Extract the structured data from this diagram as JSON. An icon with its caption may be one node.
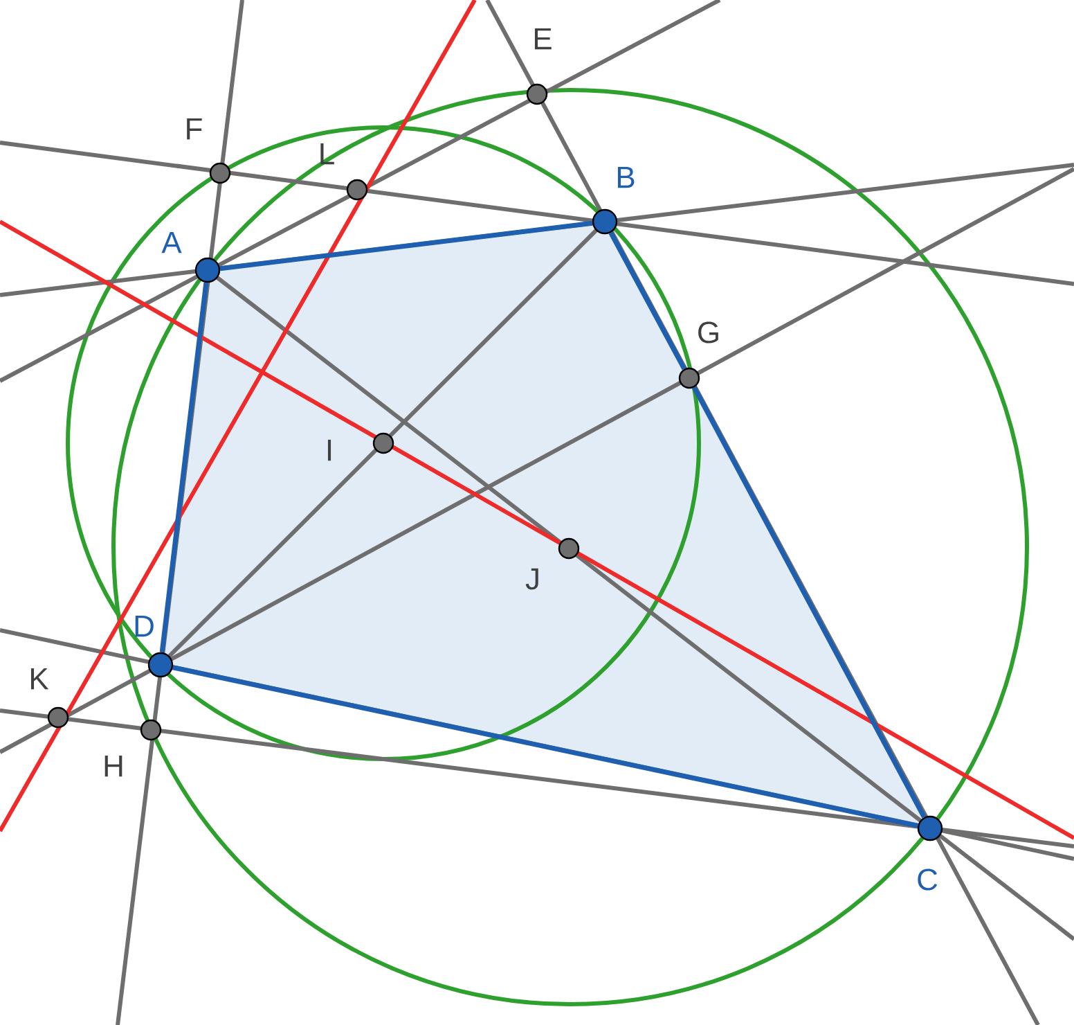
{
  "diagram": {
    "nodes": [
      {
        "text": [],
        "shape": "circle",
        "beside": [
          "E"
        ]
      },
      {
        "text": [],
        "shape": "circle",
        "beside": [
          "F"
        ]
      },
      {
        "text": [],
        "shape": "circle",
        "beside": [
          "L"
        ]
      },
      {
        "text": [],
        "shape": "circle",
        "beside": [
          "B"
        ]
      },
      {
        "text": [],
        "shape": "circle",
        "beside": [
          "A"
        ]
      },
      {
        "text": [],
        "shape": "circle",
        "beside": [
          "G"
        ]
      },
      {
        "text": [],
        "shape": "circle",
        "beside": [
          "I"
        ]
      },
      {
        "text": [],
        "shape": "circle",
        "beside": [
          "J"
        ]
      },
      {
        "text": [],
        "shape": "circle",
        "beside": [
          "D"
        ]
      },
      {
        "text": [],
        "shape": "circle",
        "beside": [
          "K"
        ]
      },
      {
        "text": [],
        "shape": "circle",
        "beside": [
          "H"
        ]
      },
      {
        "text": [],
        "shape": "circle",
        "beside": [
          "C"
        ]
      }
    ],
    "edges": [
      {
        "from": 4,
        "to": 3,
        "arrow": "none"
      },
      {
        "from": 3,
        "to": 5,
        "arrow": "none"
      },
      {
        "from": 5,
        "to": 11,
        "arrow": "none"
      },
      {
        "from": 11,
        "to": 8,
        "arrow": "none"
      },
      {
        "from": 8,
        "to": 4,
        "arrow": "none"
      }
    ]
  }
}
